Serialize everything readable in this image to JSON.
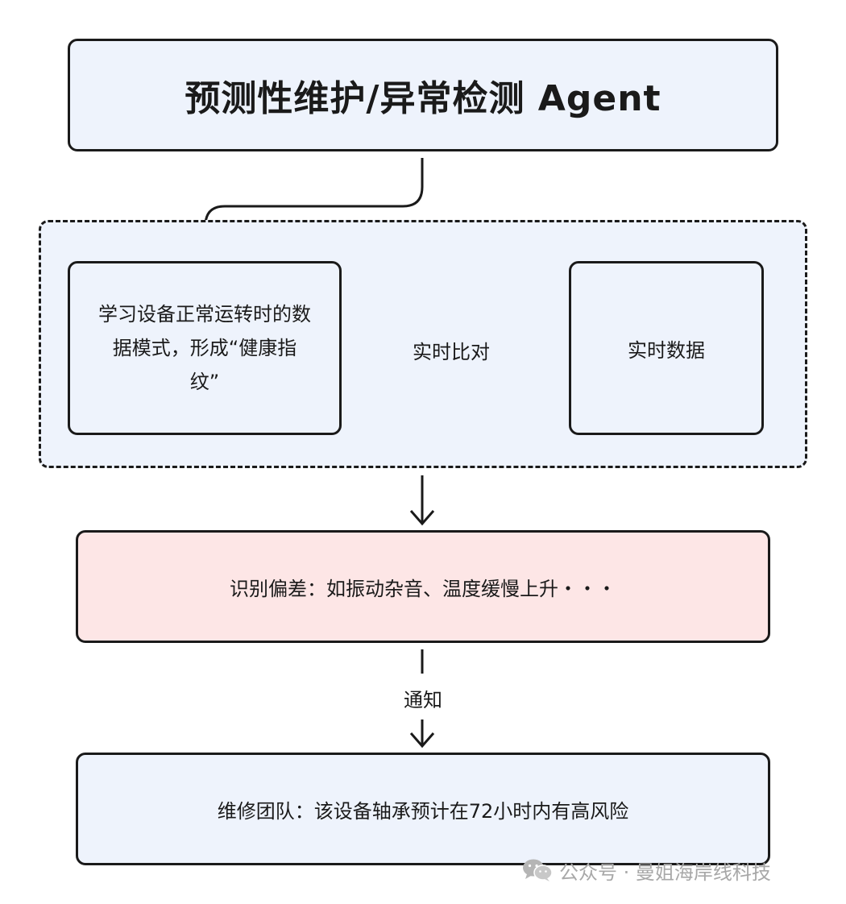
{
  "title": "预测性维护/异常检测 Agent",
  "learn_box": {
    "line1": "学习设备正常运转时的数",
    "line2": "据模式，形成“健康指",
    "line3": "纹”"
  },
  "compare_label": "实时比对",
  "realtime_box": "实时数据",
  "deviation_box": "识别偏差：如振动杂音、温度缓慢上升・・・",
  "notify_label": "通知",
  "team_box": "维修团队：该设备轴承预计在72小时内有高风险",
  "watermark": {
    "icon": "wechat-icon",
    "text": "公众号 · 曼姐海岸线科技"
  },
  "colors": {
    "box_fill_blue": "#eef3fc",
    "box_fill_pink": "#fde6e6",
    "stroke": "#1a1a1a",
    "watermark": "#a8a8a8"
  }
}
